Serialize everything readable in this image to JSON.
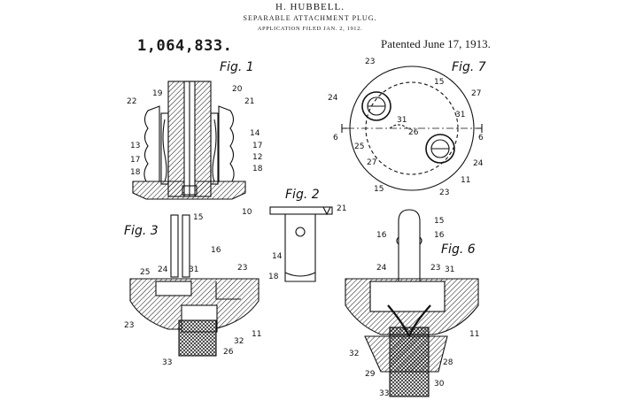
{
  "header": {
    "inventor": "H. HUBBELL.",
    "title": "SEPARABLE ATTACHMENT PLUG.",
    "application": "APPLICATION FILED JAN. 2, 1912.",
    "patent_number": "1,064,833.",
    "patented": "Patented June 17, 1913."
  },
  "figures": {
    "fig1": {
      "caption": "Fig. 1",
      "labels": [
        "19",
        "20",
        "21",
        "22",
        "14",
        "13",
        "17",
        "17",
        "12",
        "18",
        "18",
        "10"
      ]
    },
    "fig2": {
      "caption": "Fig. 2",
      "labels": [
        "21",
        "14",
        "18"
      ]
    },
    "fig3": {
      "caption": "Fig. 3",
      "labels": [
        "15",
        "16",
        "25",
        "24",
        "31",
        "23",
        "23",
        "32",
        "11",
        "33",
        "26"
      ]
    },
    "fig6": {
      "caption": "Fig. 6",
      "labels": [
        "15",
        "16",
        "16",
        "24",
        "23",
        "31",
        "11",
        "32",
        "29",
        "28",
        "30",
        "33"
      ]
    },
    "fig7": {
      "caption": "Fig. 7",
      "labels": [
        "23",
        "15",
        "27",
        "24",
        "31",
        "31",
        "6",
        "6",
        "25",
        "26",
        "27",
        "24",
        "15",
        "11",
        "23"
      ]
    }
  }
}
